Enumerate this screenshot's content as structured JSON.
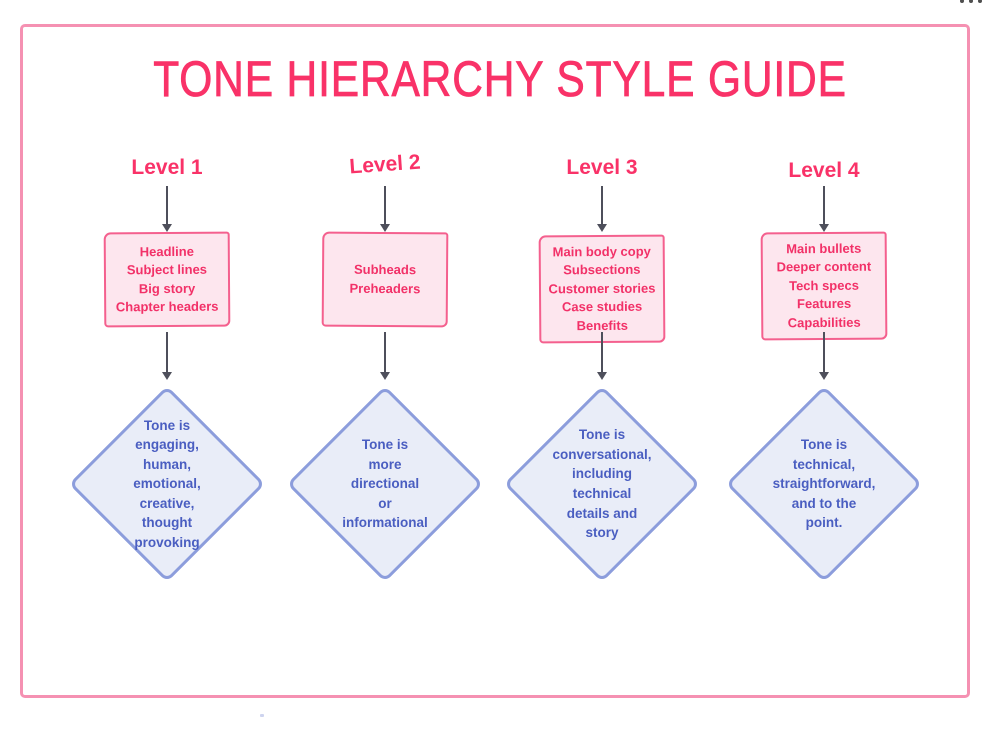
{
  "title": "TONE HIERARCHY STYLE GUIDE",
  "icons": {
    "more_options": "ellipsis"
  },
  "colors": {
    "accent_pink": "#F93268",
    "box_fill": "#FDE6EE",
    "box_border": "#F4608E",
    "frame_border": "#F591B2",
    "diamond_fill": "#E9EDF8",
    "diamond_border": "#8C9DDC",
    "diamond_text": "#4A5EC1",
    "arrow": "#4E4F5B"
  },
  "columns": [
    {
      "level": "Level 1",
      "box_items": "Headline\nSubject lines\nBig story\nChapter headers",
      "tone": "Tone is\nengaging,\nhuman,\nemotional,\ncreative,\nthought\nprovoking"
    },
    {
      "level": "Level 2",
      "box_items": "Subheads\nPreheaders",
      "tone": "Tone is\nmore\ndirectional\nor\ninformational"
    },
    {
      "level": "Level 3",
      "box_items": "Main body copy\nSubsections\nCustomer stories\nCase studies\nBenefits",
      "tone": "Tone is\nconversational,\nincluding\ntechnical\ndetails and\nstory"
    },
    {
      "level": "Level 4",
      "box_items": "Main bullets\nDeeper content\nTech specs\nFeatures\nCapabilities",
      "tone": "Tone is\ntechnical,\nstraightforward,\nand to the\npoint."
    }
  ]
}
